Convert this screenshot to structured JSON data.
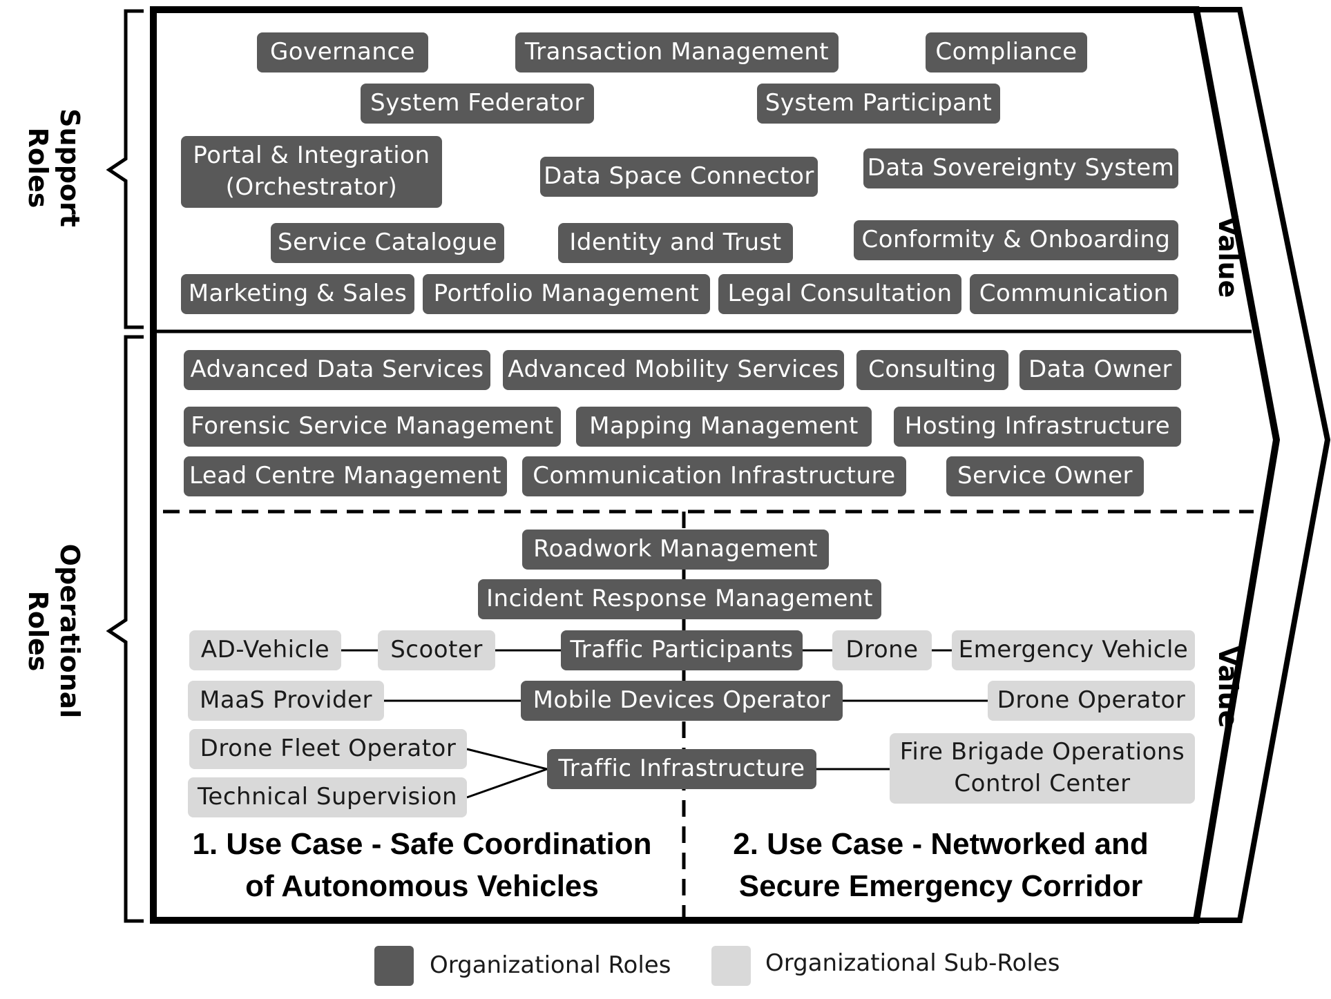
{
  "side_labels": {
    "support": [
      "Support",
      "Roles"
    ],
    "operational": [
      "Operational",
      "Roles"
    ]
  },
  "value_label": "Value",
  "support_roles": [
    "Governance",
    "Transaction Management",
    "Compliance",
    "System Federator",
    "System Participant",
    "Portal & Integration",
    "(Orchestrator)",
    "Data Space Connector",
    "Data Sovereignty System",
    "Service Catalogue",
    "Identity and Trust",
    "Conformity & Onboarding",
    "Marketing & Sales",
    "Portfolio Management",
    "Legal Consultation",
    "Communication"
  ],
  "operational_roles": [
    "Advanced Data Services",
    "Advanced Mobility Services",
    "Consulting",
    "Data Owner",
    "Forensic Service Management",
    "Mapping Management",
    "Hosting  Infrastructure",
    "Lead Centre Management",
    "Communication  Infrastructure",
    "Service Owner"
  ],
  "use_case_roles": {
    "roadwork": "Roadwork Management",
    "incident": "Incident Response Management",
    "traffic_participants": "Traffic Participants",
    "mobile_devices": "Mobile Devices  Operator",
    "traffic_infrastructure": "Traffic Infrastructure"
  },
  "sub_roles": {
    "ad_vehicle": "AD-Vehicle",
    "scooter": "Scooter",
    "drone": "Drone",
    "emergency_vehicle": "Emergency Vehicle",
    "maas_provider": "MaaS Provider",
    "drone_operator": "Drone Operator",
    "drone_fleet_operator": "Drone Fleet Operator",
    "technical_supervision": "Technical Supervision",
    "fire_brigade": [
      "Fire Brigade Operations",
      "Control Center"
    ]
  },
  "use_cases": {
    "uc1": [
      "1. Use Case - Safe Coordination",
      "of Autonomous Vehicles"
    ],
    "uc2": [
      "2. Use Case - Networked and",
      "Secure Emergency Corridor"
    ]
  },
  "legend": {
    "roles": "Organizational Roles",
    "sub_roles": "Organizational Sub-Roles"
  },
  "colors": {
    "role": "#595959",
    "sub_role": "#d9d9d9"
  }
}
